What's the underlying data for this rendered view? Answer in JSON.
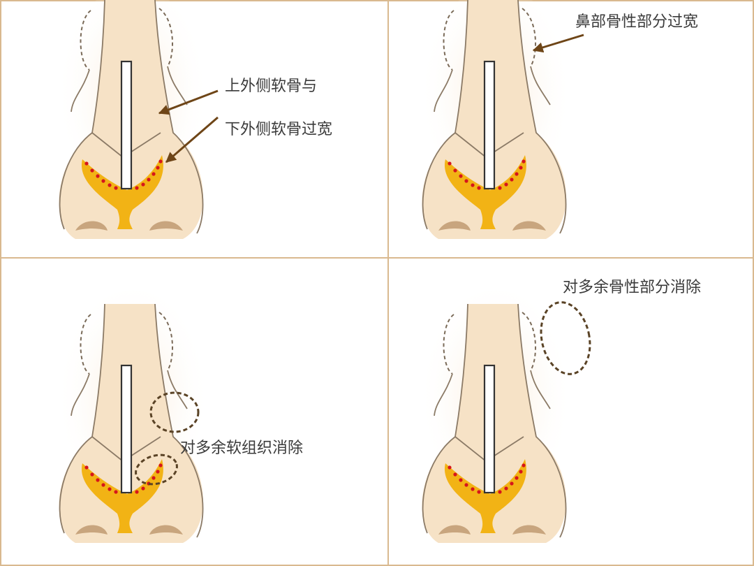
{
  "panels": [
    {
      "id": "panel-top-left",
      "labels": [
        "上外侧软骨与",
        "下外侧软骨过宽"
      ]
    },
    {
      "id": "panel-top-right",
      "labels": [
        "鼻部骨性部分过宽"
      ]
    },
    {
      "id": "panel-bottom-left",
      "labels": [
        "对多余软组织消除"
      ]
    },
    {
      "id": "panel-bottom-right",
      "labels": [
        "对多余骨性部分消除"
      ]
    }
  ],
  "colors": {
    "grid_line": "#d9b98f",
    "skin_fill": "#f6e2c6",
    "skin_glow": "#f9ead6",
    "skin_outline": "#8b7a66",
    "cartilage": "#f2b315",
    "dots": "#d6151b",
    "nostril": "#c8a57e",
    "implant_fill": "#ffffff",
    "implant_outline": "#333333",
    "arrow": "#6e4517",
    "dashed_circle": "#5a4326"
  }
}
